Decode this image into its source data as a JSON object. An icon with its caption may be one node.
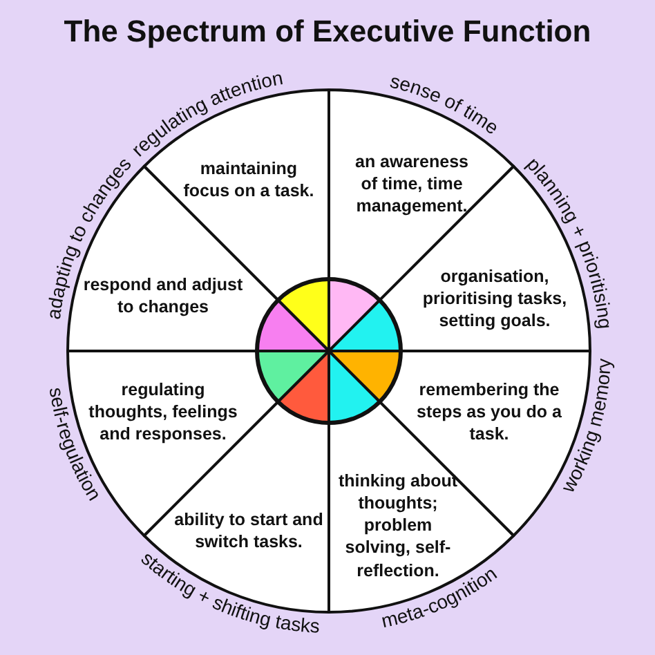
{
  "diagram": {
    "title": "The Spectrum of Executive Function",
    "nodes": [
      {
        "text": [
          "maintaining focus on a task."
        ],
        "beside": [
          "regulating attention"
        ]
      },
      {
        "text": [
          "an awareness of time, time management."
        ],
        "beside": [
          "sense of time"
        ]
      },
      {
        "text": [
          "respond and adjust to changes"
        ],
        "beside": [
          "adapting to changes"
        ]
      },
      {
        "text": [
          "organisation, prioritising tasks, setting goals."
        ],
        "beside": [
          "planning + prioritising"
        ]
      },
      {
        "text": [
          "regulating thoughts, feelings and responses."
        ],
        "beside": [
          "self-regulation"
        ]
      },
      {
        "text": [
          "remembering the steps as you do a task."
        ],
        "beside": [
          "working memory"
        ]
      },
      {
        "text": [
          "ability to start and switch tasks."
        ],
        "beside": [
          "starting + shifting tasks"
        ]
      },
      {
        "text": [
          "thinking about thoughts; problem solving, self-reflection."
        ],
        "beside": [
          "meta-cognition"
        ]
      }
    ],
    "edges": []
  }
}
